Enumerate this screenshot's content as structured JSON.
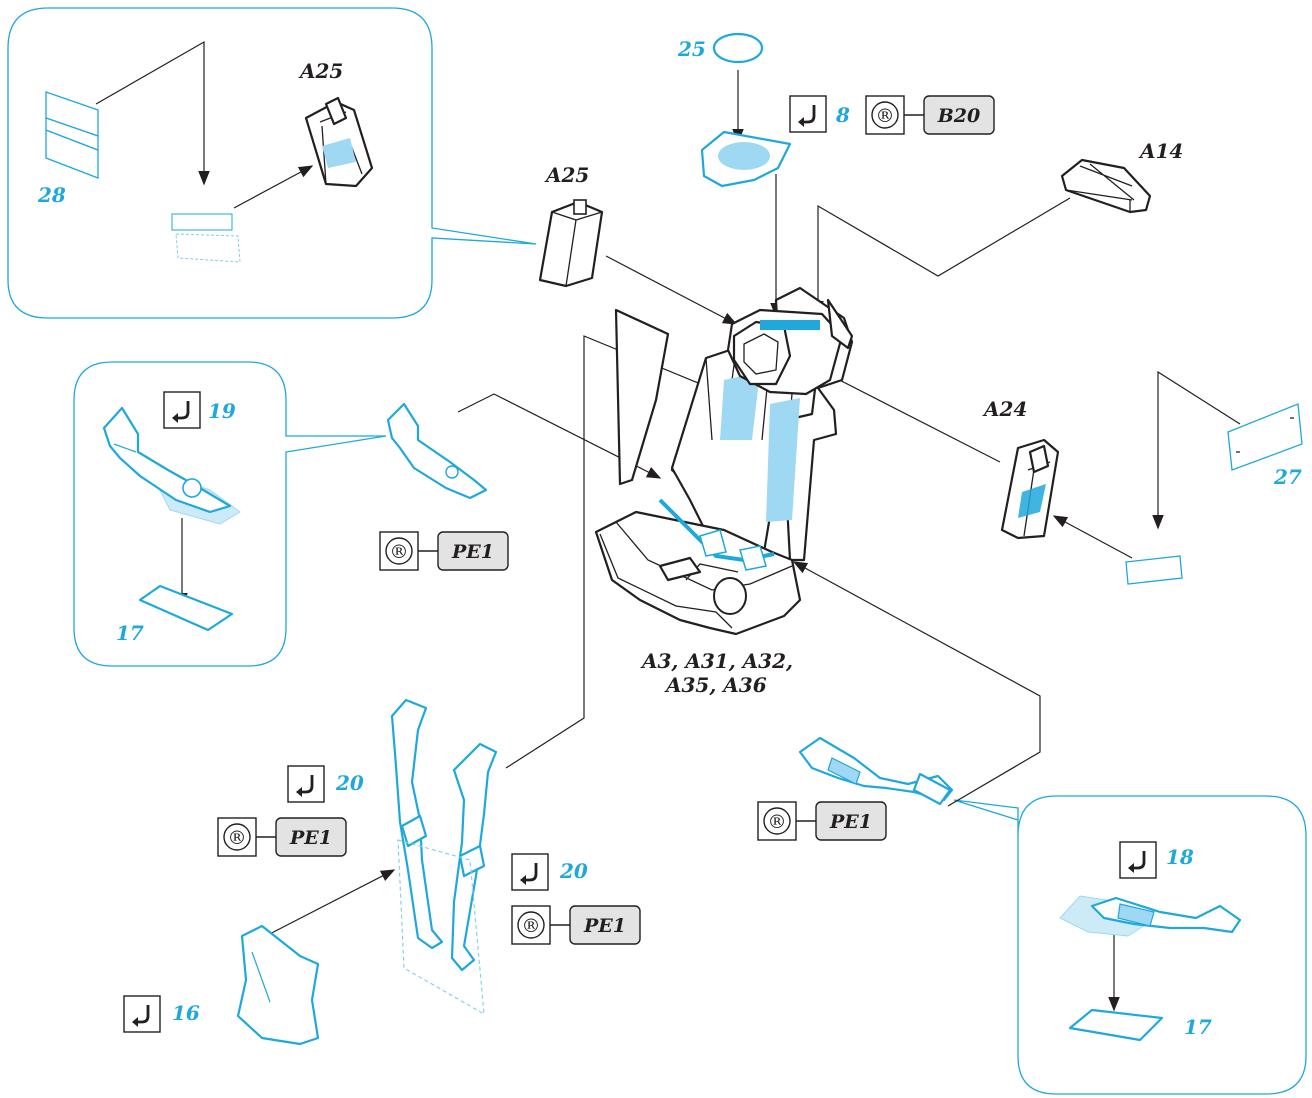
{
  "colors": {
    "accent": "#1ea8dc",
    "ink": "#231f20",
    "badge_fill": "#e3e3e3"
  },
  "labels": {
    "a25_top": "A25",
    "a25_mid": "A25",
    "a14": "A14",
    "a24": "A24",
    "seat_parts_line1": "A3, A31, A32,",
    "seat_parts_line2": "A35, A36",
    "pe_25": "25",
    "pe_8": "8",
    "pe_28": "28",
    "pe_27": "27",
    "pe_19": "19",
    "pe_17_left": "17",
    "pe_20_a": "20",
    "pe_20_b": "20",
    "pe_16": "16",
    "pe_18": "18",
    "pe_17_right": "17"
  },
  "badges": {
    "registered_symbol": "®",
    "b20": "B20",
    "pe1_mid": "PE1",
    "pe1_left": "PE1",
    "pe1_center": "PE1",
    "pe1_right": "PE1"
  },
  "icons": {
    "bend": "bend-arrow-icon",
    "registered": "registered-circle-icon"
  }
}
